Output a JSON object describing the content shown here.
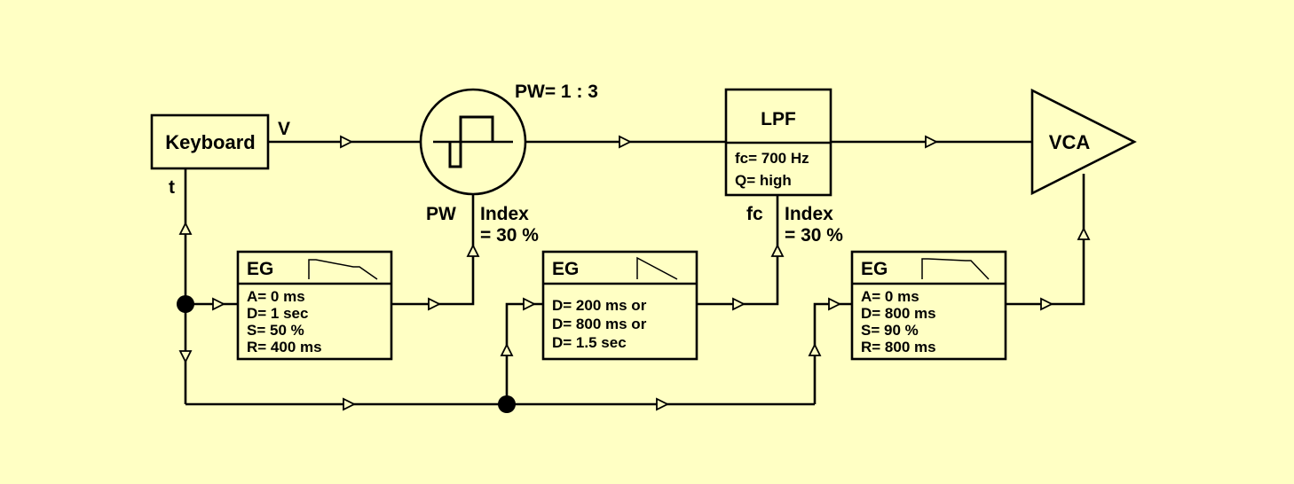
{
  "keyboard": {
    "label": "Keyboard",
    "out_v": "V",
    "out_t": "t"
  },
  "osc": {
    "pw_ratio": "PW= 1 : 3",
    "mod_target": "PW",
    "index_label": "Index",
    "index_value": "= 30 %"
  },
  "lpf": {
    "title": "LPF",
    "fc": "fc= 700 Hz",
    "q": "Q= high",
    "mod_target": "fc",
    "index_label": "Index",
    "index_value": "= 30 %"
  },
  "vca": {
    "label": "VCA"
  },
  "eg1": {
    "title": "EG",
    "params": [
      "A= 0 ms",
      "D= 1 sec",
      "S= 50 %",
      "R= 400 ms"
    ]
  },
  "eg2": {
    "title": "EG",
    "params": [
      "D= 200 ms or",
      "D= 800 ms or",
      "D= 1.5 sec"
    ]
  },
  "eg3": {
    "title": "EG",
    "params": [
      "A= 0 ms",
      "D= 800 ms",
      "S= 90 %",
      "R= 800 ms"
    ]
  }
}
